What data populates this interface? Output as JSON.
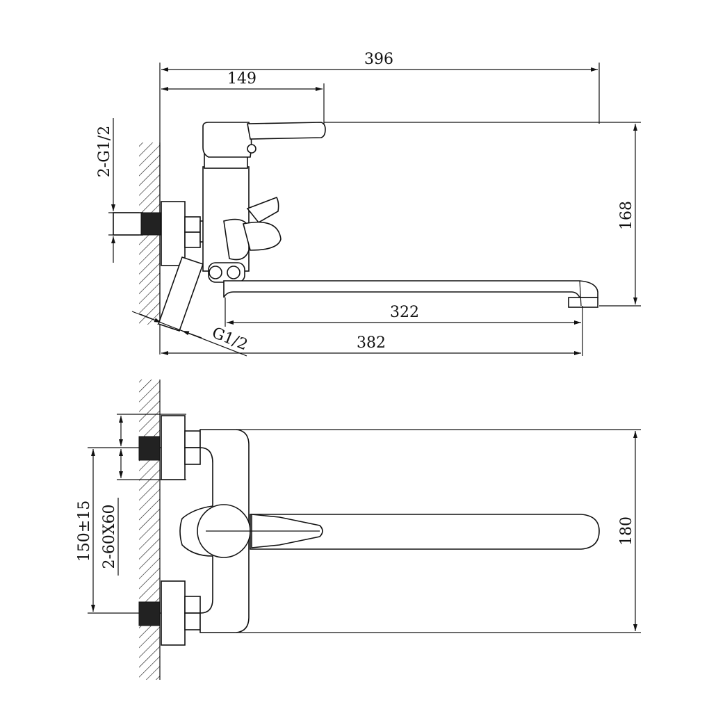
{
  "side_view": {
    "dims": {
      "total_length": "396",
      "handle_offset": "149",
      "height": "168",
      "spout_reach": "322",
      "overall_width": "382",
      "connection_thread": "2-G1/2",
      "outlet_thread": "G1/2"
    }
  },
  "top_view": {
    "dims": {
      "center_distance": "150±15",
      "eccentric": "2-60X60",
      "depth": "180"
    }
  }
}
